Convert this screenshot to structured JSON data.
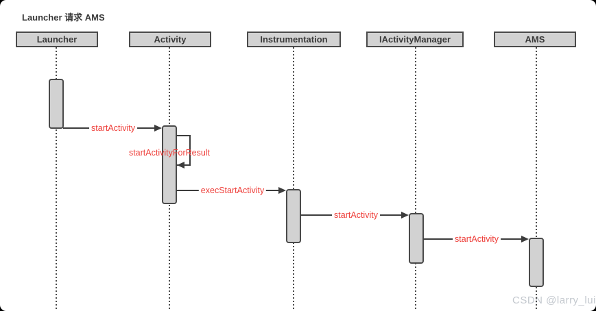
{
  "diagram": {
    "type": "sequence",
    "title": "Launcher 请求 AMS",
    "actors": [
      {
        "label": "Launcher"
      },
      {
        "label": "Activity"
      },
      {
        "label": "Instrumentation"
      },
      {
        "label": "IActivityManager"
      },
      {
        "label": "AMS"
      }
    ],
    "messages": [
      {
        "label": "startActivity",
        "from": "Launcher",
        "to": "Activity",
        "self_call": false
      },
      {
        "label": "startActivityForResult",
        "from": "Activity",
        "to": "Activity",
        "self_call": true
      },
      {
        "label": "execStartActivity",
        "from": "Activity",
        "to": "Instrumentation",
        "self_call": false
      },
      {
        "label": "startActivity",
        "from": "Instrumentation",
        "to": "IActivityManager",
        "self_call": false
      },
      {
        "label": "startActivity",
        "from": "IActivityManager",
        "to": "AMS",
        "self_call": false
      }
    ],
    "colors": {
      "actor_fill": "#d2d2d2",
      "actor_border": "#4a4a4a",
      "line": "#3c3c3c",
      "message_text": "#ee3e39",
      "title_text": "#3a3a3a",
      "watermark_text": "#c3c8ce"
    }
  },
  "watermark": "CSDN @larry_lui"
}
